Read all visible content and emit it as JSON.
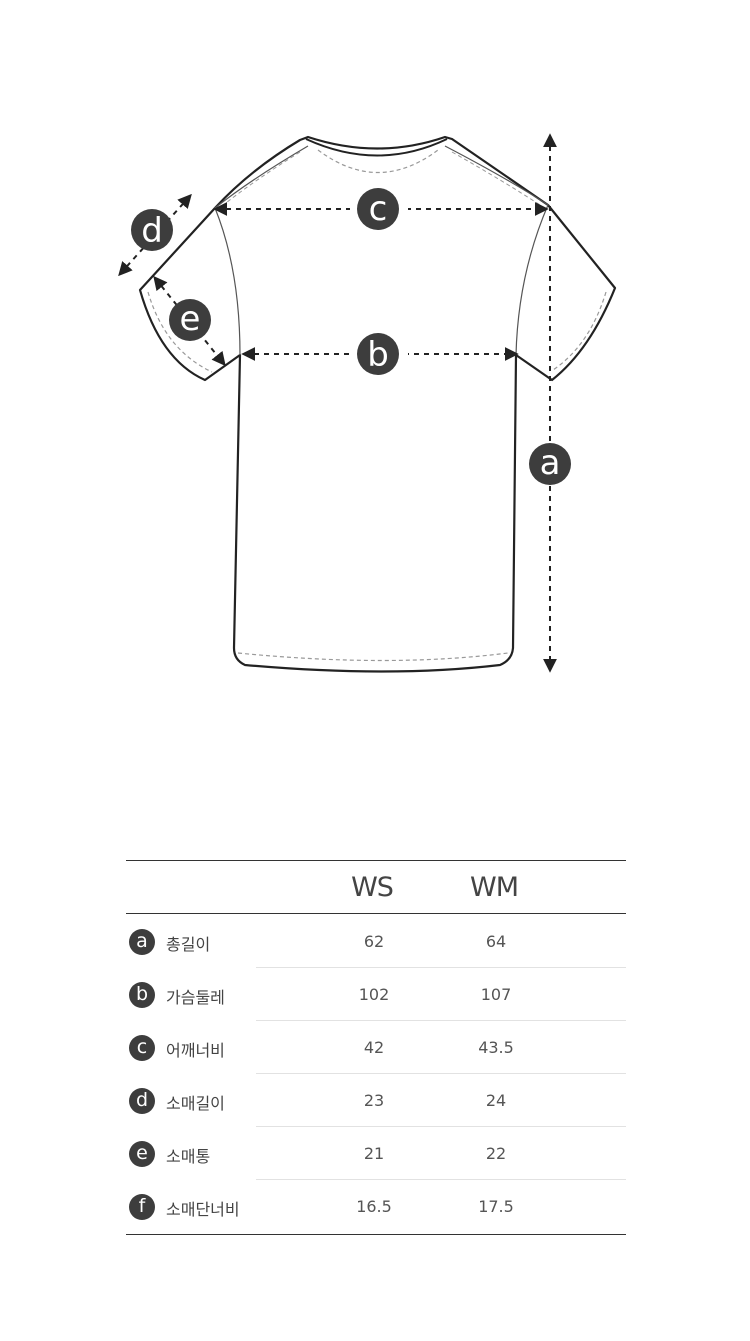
{
  "diagram": {
    "markers": {
      "a": "a",
      "b": "b",
      "c": "c",
      "d": "d",
      "e": "e"
    }
  },
  "table": {
    "columns": [
      "WS",
      "WM"
    ],
    "rows": [
      {
        "key": "a",
        "label": "총길이",
        "values": [
          "62",
          "64"
        ]
      },
      {
        "key": "b",
        "label": "가슴둘레",
        "values": [
          "102",
          "107"
        ]
      },
      {
        "key": "c",
        "label": "어깨너비",
        "values": [
          "42",
          "43.5"
        ]
      },
      {
        "key": "d",
        "label": "소매길이",
        "values": [
          "23",
          "24"
        ]
      },
      {
        "key": "e",
        "label": "소매통",
        "values": [
          "21",
          "22"
        ]
      },
      {
        "key": "f",
        "label": "소매단너비",
        "values": [
          "16.5",
          "17.5"
        ]
      }
    ]
  }
}
